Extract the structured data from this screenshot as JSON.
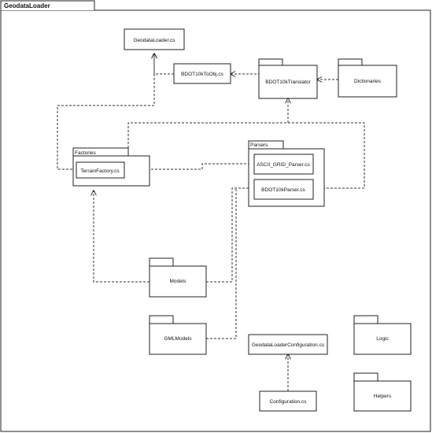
{
  "diagram": {
    "title": "GeodataLoader",
    "classes": {
      "geodata_loader": "GeodataLoader.cs",
      "bdot_to_obj": "BDOT10kToObj.cs",
      "terrain_factory": "TerrainFactory.cs",
      "ascii_parser": "ASCII_GRID_Parser.cs",
      "bdot_parser": "BDOT10kParser.cs",
      "geodata_config": "GeodataLoaderConfiguration.cs",
      "configuration": "Configuration.cs"
    },
    "packages": {
      "bdot_translator": "BDOT10kTranslator",
      "dictionaries": "Dictionaries",
      "factories": "Factories",
      "parsers": "Parsers",
      "models": "Models",
      "gml_models": "GMLModels",
      "logic": "Logic",
      "helpers": "Helpers"
    }
  }
}
